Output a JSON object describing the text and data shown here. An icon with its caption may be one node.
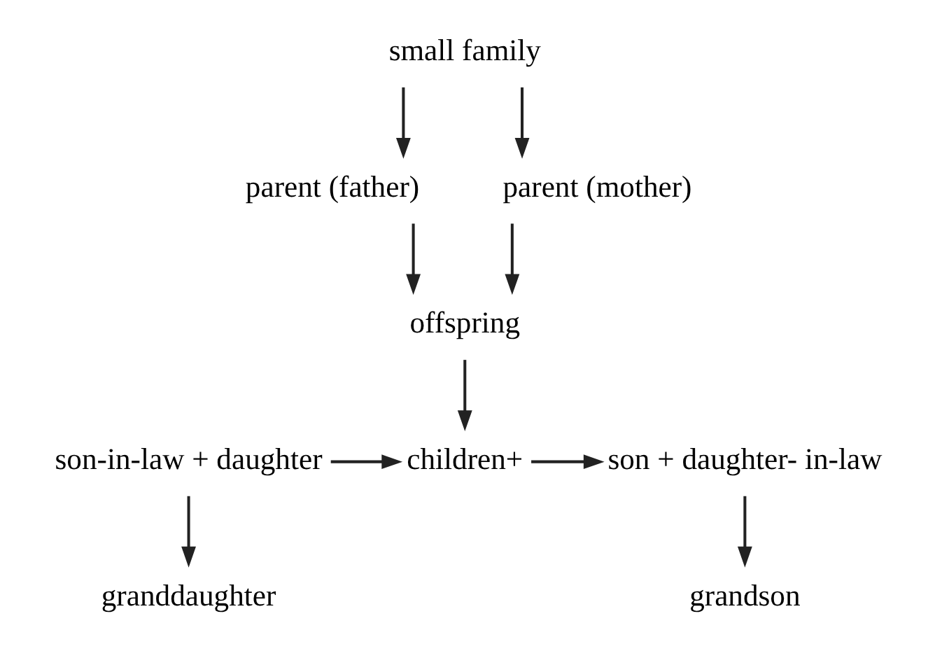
{
  "diagram": {
    "nodes": [
      {
        "text": [
          "small family"
        ]
      },
      {
        "text": [
          "parent (father)"
        ]
      },
      {
        "text": [
          "parent (mother)"
        ]
      },
      {
        "text": [
          "offspring"
        ]
      },
      {
        "text": [
          "son-in-law + daughter"
        ]
      },
      {
        "text": [
          "children+"
        ]
      },
      {
        "text": [
          "son + daughter- in-law"
        ]
      },
      {
        "text": [
          "granddaughter"
        ]
      },
      {
        "text": [
          "grandson"
        ]
      }
    ],
    "edges": [
      {
        "from": 0,
        "to": 1,
        "arrow": "to"
      },
      {
        "from": 0,
        "to": 2,
        "arrow": "to"
      },
      {
        "from": 1,
        "to": 3,
        "arrow": "to"
      },
      {
        "from": 2,
        "to": 3,
        "arrow": "to"
      },
      {
        "from": 3,
        "to": 5,
        "arrow": "to"
      },
      {
        "from": 4,
        "to": 5,
        "arrow": "to"
      },
      {
        "from": 5,
        "to": 6,
        "arrow": "to"
      },
      {
        "from": 4,
        "to": 7,
        "arrow": "to"
      },
      {
        "from": 6,
        "to": 8,
        "arrow": "to"
      }
    ]
  }
}
